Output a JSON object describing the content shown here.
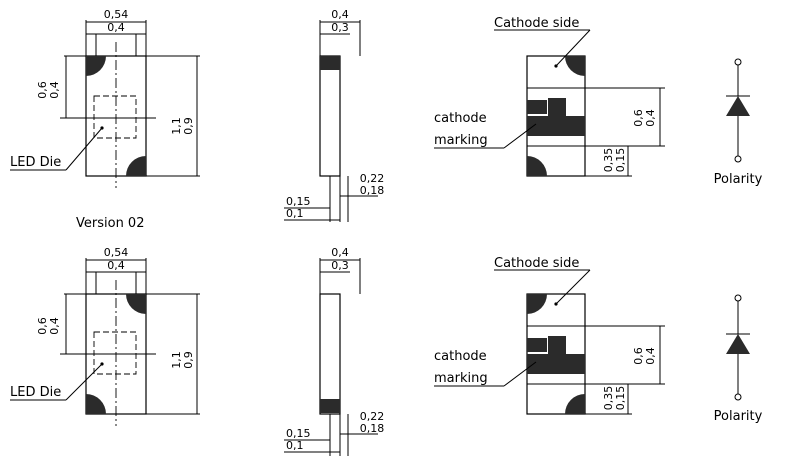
{
  "dims": {
    "top_width_outer": "0,54",
    "top_width_inner": "0,4",
    "top_height_outer": "1,1",
    "top_height_inner": "0,9",
    "die_pos_a": "0,6",
    "die_pos_b": "0,4",
    "side_width_outer": "0,4",
    "side_width_inner": "0,3",
    "side_pad_a": "0,15",
    "side_pad_b": "0,1",
    "side_pad_c": "0,22",
    "side_pad_d": "0,18",
    "bottom_a": "0,6",
    "bottom_b": "0,4",
    "bottom_c": "0,35",
    "bottom_d": "0,15"
  },
  "labels": {
    "led_die": "LED Die",
    "cathode_side": "Cathode side",
    "cathode_marking_1": "cathode",
    "cathode_marking_2": "marking",
    "polarity": "Polarity",
    "version": "Version 02"
  },
  "colors": {
    "stroke": "#000000",
    "fill": "#2b2b2b",
    "background": "#ffffff"
  }
}
